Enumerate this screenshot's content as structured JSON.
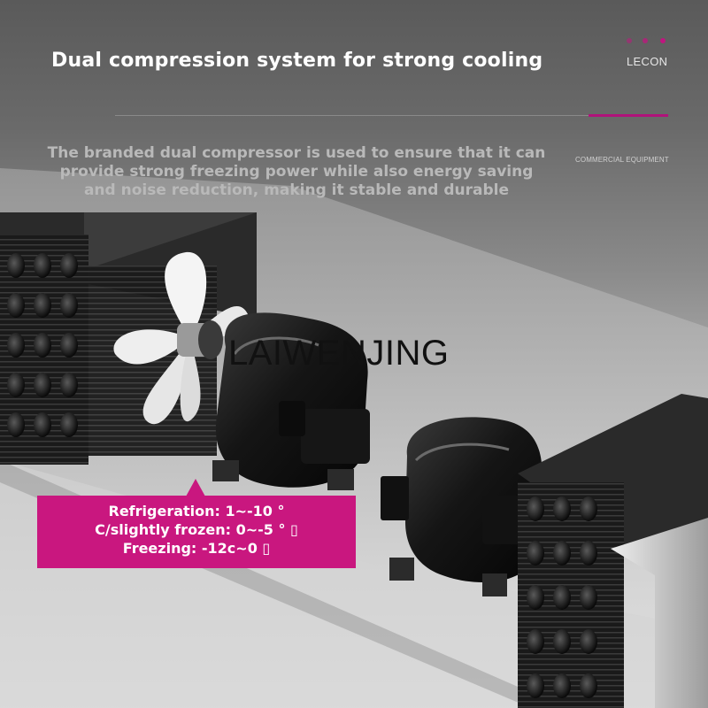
{
  "header": {
    "headline": "Dual compression system for strong cooling",
    "brand": "LECON",
    "accent_color": "#c9177f"
  },
  "description": {
    "lines": [
      "The branded dual compressor is used to ensure that it can",
      "provide strong freezing power while also energy saving",
      "and noise reduction, making it stable and durable"
    ],
    "side_label": "COMMERCIAL EQUIPMENT"
  },
  "watermark": "LAIWENJING",
  "spec_box": {
    "lines": [
      "Refrigeration: 1~-10 °",
      "C/slightly frozen: 0~-5 ° ▯",
      "Freezing: -12c~0 ▯"
    ]
  },
  "illustration": {
    "items": [
      "condenser-icon",
      "fan-icon",
      "compressor-icon",
      "compressor-icon",
      "condenser-icon"
    ]
  }
}
